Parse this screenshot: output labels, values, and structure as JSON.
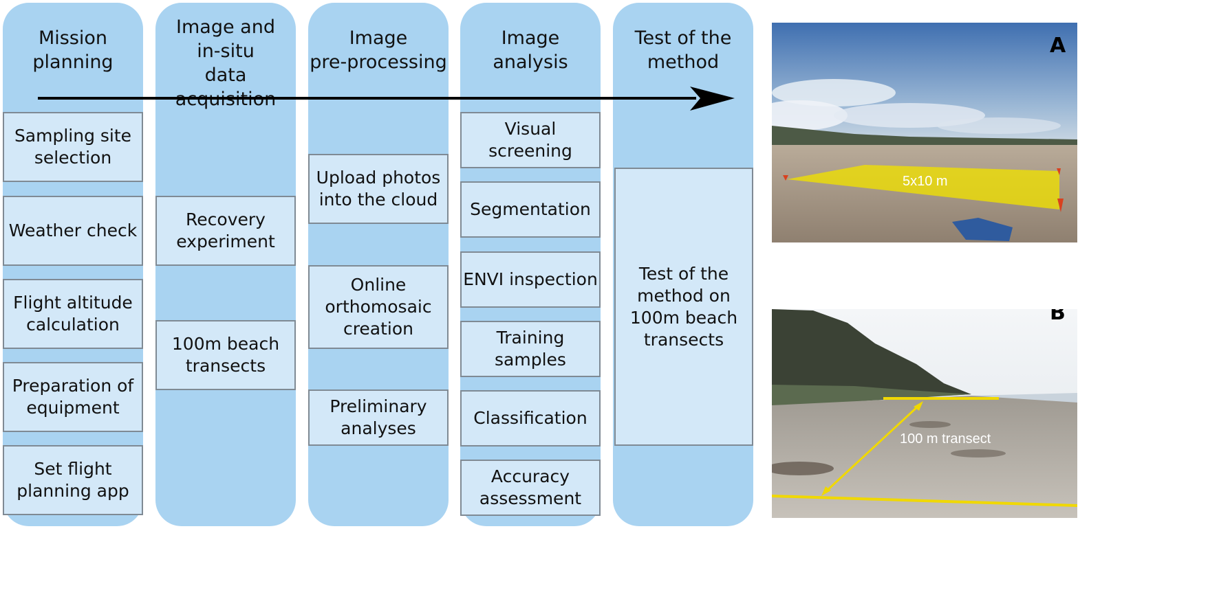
{
  "columns": [
    {
      "title": "Mission\nplanning"
    },
    {
      "title": "Image and\nin-situ\ndata acquisition"
    },
    {
      "title": "Image\npre-processing"
    },
    {
      "title": "Image\nanalysis"
    },
    {
      "title": "Test of the\nmethod"
    }
  ],
  "boxes": {
    "sampling_site": "Sampling site\nselection",
    "weather": "Weather check",
    "flight_altitude": "Flight altitude\ncalculation",
    "preparation": "Preparation of\nequipment",
    "flight_app": "Set flight\nplanning app",
    "recovery": "Recovery\nexperiment",
    "transects": "100m beach\ntransects",
    "upload": "Upload photos\ninto the cloud",
    "orthomosaic": "Online\northomosaic\ncreation",
    "preliminary": "Preliminary\nanalyses",
    "visual": "Visual screening",
    "segmentation": "Segmentation",
    "envi": "ENVI inspection",
    "training": "Training samples",
    "classification": "Classification",
    "accuracy": "Accuracy\nassessment",
    "test_method": "Test of the\nmethod on\n100m beach\ntransects"
  },
  "photos": {
    "a": {
      "letter": "A",
      "label": "5x10 m"
    },
    "b": {
      "letter": "B",
      "label": "100 m transect"
    }
  },
  "colors": {
    "column": "#a9d3f1",
    "box": "#d3e8f8",
    "box_border": "#7f8a94",
    "arrow": "#000000",
    "highlight": "#f0e000"
  }
}
